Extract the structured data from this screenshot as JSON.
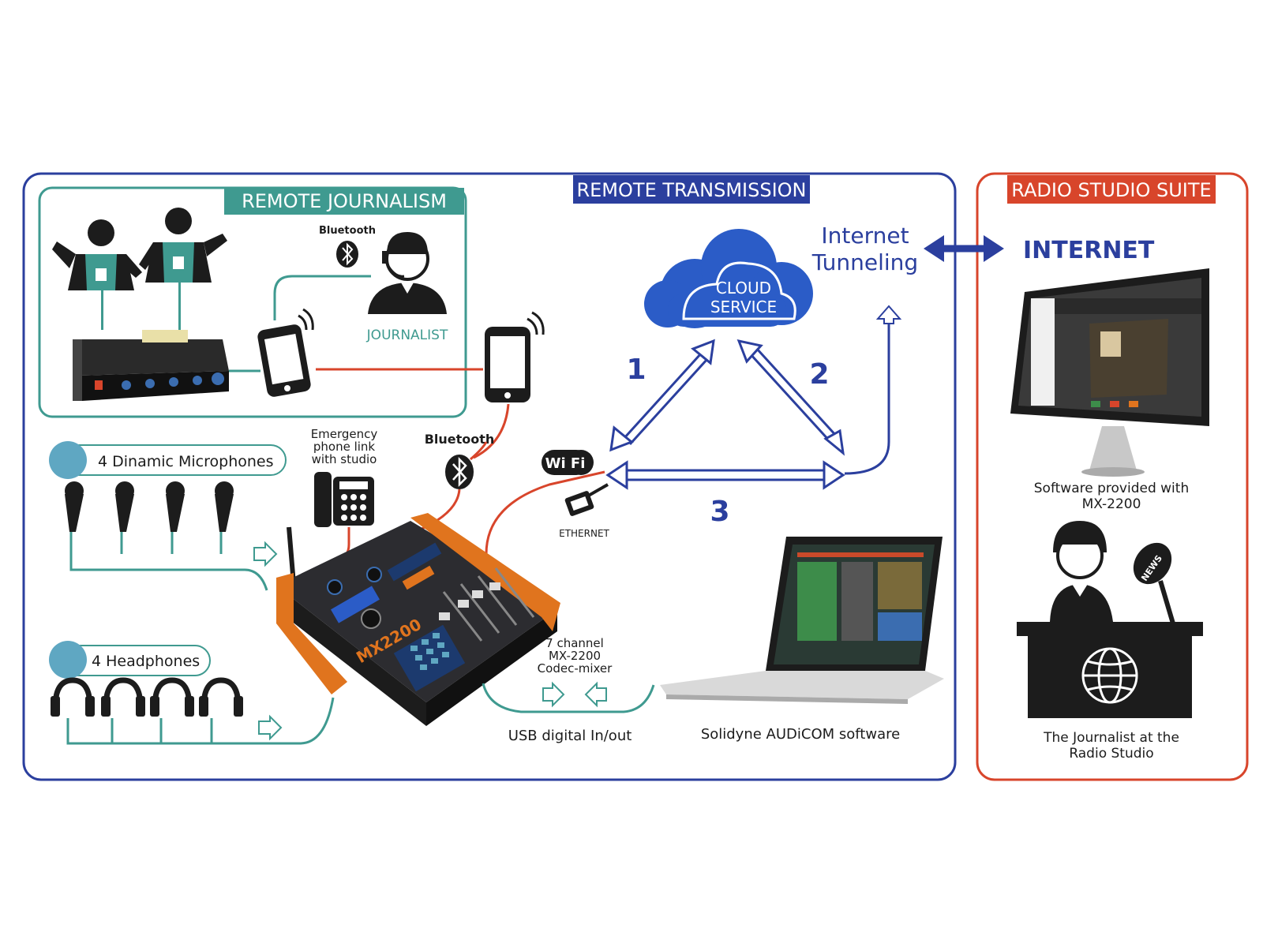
{
  "sections": {
    "remote_transmission": "REMOTE TRANSMISSION",
    "remote_journalism": "REMOTE JOURNALISM",
    "radio_studio_suite": "RADIO STUDIO SUITE"
  },
  "labels": {
    "bluetooth_top": "Bluetooth",
    "journalist": "JOURNALIST",
    "internet_tunneling_1": "Internet",
    "internet_tunneling_2": "Tunneling",
    "internet": "INTERNET",
    "cloud_1": "CLOUD",
    "cloud_2": "SERVICE",
    "path_1": "1",
    "path_2": "2",
    "path_3": "3",
    "microphones": "4 Dinamic Microphones",
    "headphones": "4 Headphones",
    "emergency_1": "Emergency",
    "emergency_2": "phone link",
    "emergency_3": "with studio",
    "bluetooth_mid": "Bluetooth",
    "wifi": "Wi Fi",
    "ethernet": "ETHERNET",
    "codec_1": "7 channel",
    "codec_2": "MX-2200",
    "codec_3": "Codec-mixer",
    "usb": "USB digital In/out",
    "audicom": "Solidyne AUDiCOM software",
    "software_1": "Software provided with",
    "software_2": "MX-2200",
    "studio_1": "The Journalist at the",
    "studio_2": "Radio Studio",
    "mixer_brand": "MX2200",
    "news": "NEWS"
  },
  "colors": {
    "blue": "#2b3f9e",
    "teal": "#3f9a90",
    "red": "#d8452b",
    "orange": "#e0741e",
    "dark": "#1c1c1c"
  }
}
